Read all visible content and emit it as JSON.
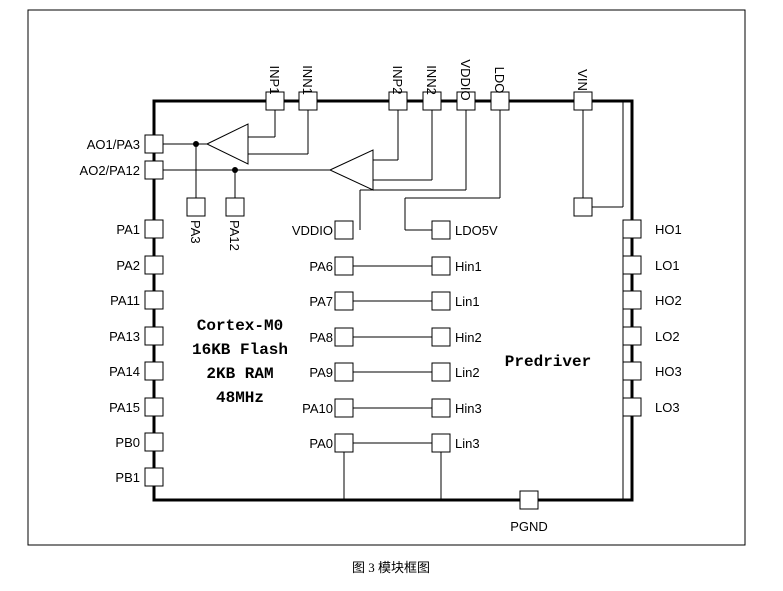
{
  "diagram": {
    "top_pins": [
      "INP1",
      "INN1",
      "INP2",
      "INN2",
      "VDDIO",
      "LDO",
      "VIN"
    ],
    "left_pins": [
      "AO1/PA3",
      "AO2/PA12",
      "PA1",
      "PA2",
      "PA11",
      "PA13",
      "PA14",
      "PA15",
      "PB0",
      "PB1"
    ],
    "opamp_pins": [
      "PA3",
      "PA12"
    ],
    "mcu_right_pins": [
      "VDDIO",
      "PA6",
      "PA7",
      "PA8",
      "PA9",
      "PA10",
      "PA0"
    ],
    "predriver_left_pins": [
      "LDO5V",
      "Hin1",
      "Lin1",
      "Hin2",
      "Lin2",
      "Hin3",
      "Lin3"
    ],
    "right_pins": [
      "HO1",
      "LO1",
      "HO2",
      "LO2",
      "HO3",
      "LO3"
    ],
    "bottom_pins": [
      "PGND"
    ],
    "mcu_block": [
      "Cortex-M0",
      "16KB Flash",
      "2KB RAM",
      "48MHz"
    ],
    "predriver_block": "Predriver"
  },
  "caption": "图 3 模块框图"
}
